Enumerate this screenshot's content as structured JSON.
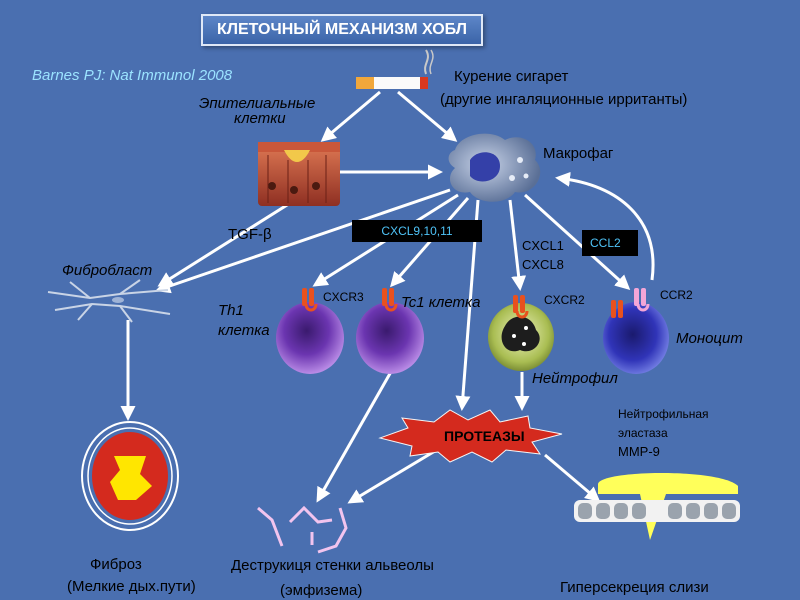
{
  "title": "КЛЕТОЧНЫЙ МЕХАНИЗМ ХОБЛ",
  "citation": "Barnes PJ: Nat Immunol 2008",
  "smoking": {
    "line1": "Курение сигарет",
    "line2": "(другие ингаляционные ирританты)"
  },
  "epithelial": {
    "line1": "Эпителиальные",
    "line2": "клетки"
  },
  "macrophage": "Макрофаг",
  "tgf": "TGF-β",
  "cxcl9": "CXCL9,10,11",
  "cxcl1": {
    "line1": "CXCL1",
    "line2": "CXCL8"
  },
  "ccl2": "CCL2",
  "fibroblast": "Фибробласт",
  "cxcr3": "CXCR3",
  "tc1": "Tc1 клетка",
  "th1": {
    "line1": "Th1",
    "line2": "клетка"
  },
  "cxcr2": "CXCR2",
  "ccr2": "CCR2",
  "monocyte": "Моноцит",
  "neutrophil": "Нейтрофил",
  "proteases": "ПРОТЕАЗЫ",
  "elastase": {
    "line1": "Нейтрофильная",
    "line2": "эластаза",
    "line3": "MMP-9"
  },
  "fibrosis": {
    "line1": "Фиброз",
    "line2": "(Мелкие дых.пути)"
  },
  "destruction": {
    "line1": "Деструкиця стенки альвеолы",
    "line2": "(эмфизема)"
  },
  "hypersecretion": "Гиперсекреция слизи",
  "colors": {
    "background": "#4a6fb0",
    "arrow": "#ffffff",
    "label_box_text": "#4fc3f7",
    "protease": "#d42a1e",
    "receptor": "#e8511e",
    "ccr2_receptor": "#f4a6d7",
    "lymphocyte": "#8a45c4",
    "neutrophil": "#c8d86a",
    "monocyte": "#3b3fc4"
  }
}
